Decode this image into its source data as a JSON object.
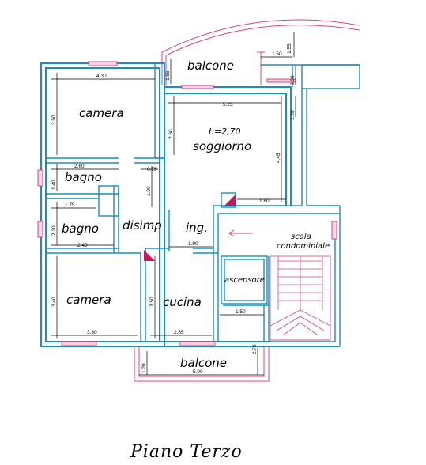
{
  "title": "Piano Terzo",
  "rooms": {
    "balcone_top": "balcone",
    "camera_top": "camera",
    "soggiorno_height": "h=2,70",
    "soggiorno": "soggiorno",
    "bagno_top": "bagno",
    "bagno_bottom": "bagno",
    "disimp": "disimp",
    "ing": "ing.",
    "scala_line1": "scala",
    "scala_line2": "condominiale",
    "ascensore": "ascensore",
    "camera_bottom": "camera",
    "cucina": "cucina",
    "balcone_bottom": "balcone"
  },
  "dimensions": {
    "d_1_55_top": "1.55",
    "d_1_50_top": "1.50",
    "d_1_55_balc": "1.55",
    "d_0_90": "0.90",
    "d_4_30": "4.30",
    "d_5_25": "5.25",
    "d_1_20_right": "1.20",
    "d_3_50_camera": "3.50",
    "d_2_60_sogg": "2.60",
    "d_4_45": "4.45",
    "d_2_60_bagno": "2.60",
    "d_0_75": "0.75",
    "d_1_40": "1.40",
    "d_1_90_v": "1.90",
    "d_1_80": "1.80",
    "d_1_75": "1.75",
    "d_2_20": "2.20",
    "d_2_40": "2.40",
    "d_1_90_h": "1.90",
    "d_3_40": "3.40",
    "d_3_50_cucina": "3.50",
    "d_1_50_asc": "1.50",
    "d_3_80": "3.80",
    "d_2_85": "2.85",
    "d_2_70": "2.70",
    "d_1_20_balc": "1.20",
    "d_5_00": "5.00"
  }
}
